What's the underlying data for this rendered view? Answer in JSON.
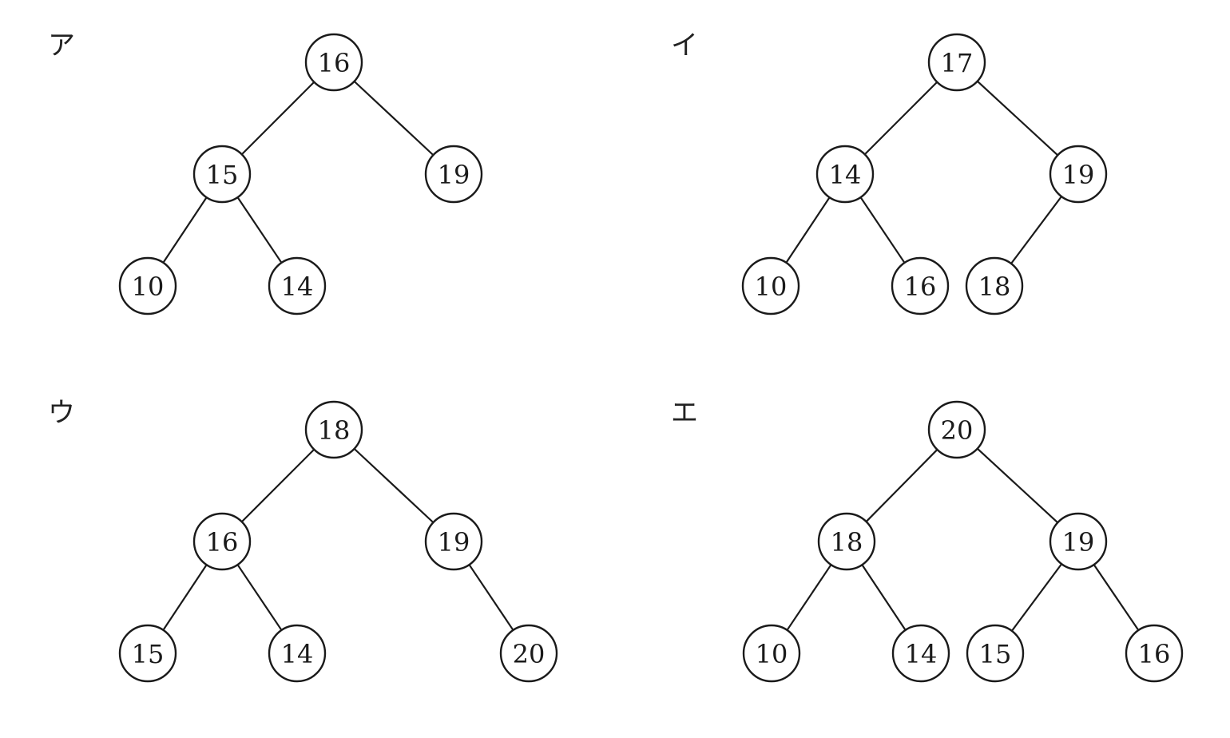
{
  "trees": [
    {
      "label": "ア",
      "nodes": [
        {
          "id": "a1",
          "value": "16"
        },
        {
          "id": "a2",
          "value": "15"
        },
        {
          "id": "a3",
          "value": "19"
        },
        {
          "id": "a4",
          "value": "10"
        },
        {
          "id": "a5",
          "value": "14"
        }
      ],
      "edges": [
        [
          "a1",
          "a2"
        ],
        [
          "a1",
          "a3"
        ],
        [
          "a2",
          "a4"
        ],
        [
          "a2",
          "a5"
        ]
      ]
    },
    {
      "label": "イ",
      "nodes": [
        {
          "id": "b1",
          "value": "17"
        },
        {
          "id": "b2",
          "value": "14"
        },
        {
          "id": "b3",
          "value": "19"
        },
        {
          "id": "b4",
          "value": "10"
        },
        {
          "id": "b5",
          "value": "16"
        },
        {
          "id": "b6",
          "value": "18"
        }
      ],
      "edges": [
        [
          "b1",
          "b2"
        ],
        [
          "b1",
          "b3"
        ],
        [
          "b2",
          "b4"
        ],
        [
          "b2",
          "b5"
        ],
        [
          "b3",
          "b6"
        ]
      ]
    },
    {
      "label": "ウ",
      "nodes": [
        {
          "id": "c1",
          "value": "18"
        },
        {
          "id": "c2",
          "value": "16"
        },
        {
          "id": "c3",
          "value": "19"
        },
        {
          "id": "c4",
          "value": "15"
        },
        {
          "id": "c5",
          "value": "14"
        },
        {
          "id": "c6",
          "value": "20"
        }
      ],
      "edges": [
        [
          "c1",
          "c2"
        ],
        [
          "c1",
          "c3"
        ],
        [
          "c2",
          "c4"
        ],
        [
          "c2",
          "c5"
        ],
        [
          "c3",
          "c6"
        ]
      ]
    },
    {
      "label": "エ",
      "nodes": [
        {
          "id": "d1",
          "value": "20"
        },
        {
          "id": "d2",
          "value": "18"
        },
        {
          "id": "d3",
          "value": "19"
        },
        {
          "id": "d4",
          "value": "10"
        },
        {
          "id": "d5",
          "value": "14"
        },
        {
          "id": "d6",
          "value": "15"
        },
        {
          "id": "d7",
          "value": "16"
        }
      ],
      "edges": [
        [
          "d1",
          "d2"
        ],
        [
          "d1",
          "d3"
        ],
        [
          "d2",
          "d4"
        ],
        [
          "d2",
          "d5"
        ],
        [
          "d3",
          "d6"
        ],
        [
          "d3",
          "d7"
        ]
      ]
    }
  ]
}
